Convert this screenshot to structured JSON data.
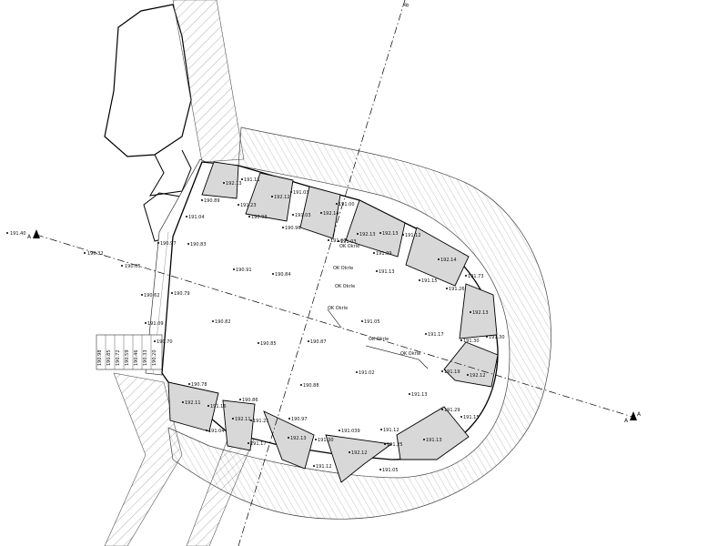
{
  "section_marks": {
    "left": "A",
    "right": "A",
    "right_arrow": "A",
    "top": "B"
  },
  "left_margin_labels": [
    "191.40",
    "190.32",
    "190.05"
  ],
  "elevations": [
    {
      "id": "p1",
      "text": "192.13"
    },
    {
      "id": "p2",
      "text": "191.11"
    },
    {
      "id": "p3",
      "text": "190.89"
    },
    {
      "id": "p4",
      "text": "192.12"
    },
    {
      "id": "p5",
      "text": "191.23"
    },
    {
      "id": "p6",
      "text": "190.93"
    },
    {
      "id": "p7",
      "text": "191.03"
    },
    {
      "id": "p8",
      "text": "190.96"
    },
    {
      "id": "p9",
      "text": "191.03"
    },
    {
      "id": "p10",
      "text": "192.14"
    },
    {
      "id": "p11",
      "text": "191.00"
    },
    {
      "id": "p12",
      "text": "192.13"
    },
    {
      "id": "p13",
      "text": "191.12"
    },
    {
      "id": "p14",
      "text": "191.09"
    },
    {
      "id": "p15",
      "text": "192.14"
    },
    {
      "id": "p16",
      "text": "191.15"
    },
    {
      "id": "p17",
      "text": "191.73"
    },
    {
      "id": "p18",
      "text": "192.13"
    },
    {
      "id": "p19",
      "text": "191.26"
    },
    {
      "id": "p20",
      "text": "191.04"
    },
    {
      "id": "p21",
      "text": "190.97"
    },
    {
      "id": "p22",
      "text": "190.83"
    },
    {
      "id": "p23",
      "text": "190.91"
    },
    {
      "id": "p24",
      "text": "190.84"
    },
    {
      "id": "p25",
      "text": "190.79"
    },
    {
      "id": "p26",
      "text": "190.62"
    },
    {
      "id": "p27",
      "text": "191.09"
    },
    {
      "id": "p28",
      "text": "190.82"
    },
    {
      "id": "p29",
      "text": "190.70"
    },
    {
      "id": "p30",
      "text": "190.85"
    },
    {
      "id": "p31",
      "text": "190.87"
    },
    {
      "id": "p32",
      "text": "191.05"
    },
    {
      "id": "p33",
      "text": "191.13"
    },
    {
      "id": "p34",
      "text": "191.07"
    },
    {
      "id": "p35",
      "text": "191.17"
    },
    {
      "id": "p36",
      "text": "191.30"
    },
    {
      "id": "p37",
      "text": "191.19"
    },
    {
      "id": "p38",
      "text": "192.12"
    },
    {
      "id": "p39",
      "text": "191.02"
    },
    {
      "id": "p40",
      "text": "190.88"
    },
    {
      "id": "p41",
      "text": "191.13"
    },
    {
      "id": "p42",
      "text": "191.29"
    },
    {
      "id": "p43",
      "text": "191.15"
    },
    {
      "id": "p44",
      "text": "190.78"
    },
    {
      "id": "p45",
      "text": "192.11"
    },
    {
      "id": "p46",
      "text": "190.86"
    },
    {
      "id": "p47",
      "text": "191.16"
    },
    {
      "id": "p48",
      "text": "191.04"
    },
    {
      "id": "p49",
      "text": "192.11"
    },
    {
      "id": "p50",
      "text": "191.21"
    },
    {
      "id": "p51",
      "text": "190.97"
    },
    {
      "id": "p52",
      "text": "191.17"
    },
    {
      "id": "p53",
      "text": "192.13"
    },
    {
      "id": "p54",
      "text": "191.039"
    },
    {
      "id": "p55",
      "text": "191.30"
    },
    {
      "id": "p56",
      "text": "191.12"
    },
    {
      "id": "p57",
      "text": "192.12"
    },
    {
      "id": "p58",
      "text": "191.13"
    },
    {
      "id": "p59",
      "text": "191.25"
    },
    {
      "id": "p60",
      "text": "192.13"
    },
    {
      "id": "p61",
      "text": "191.05"
    },
    {
      "id": "p62",
      "text": "191.12"
    },
    {
      "id": "p63",
      "text": "191.30"
    },
    {
      "id": "p64",
      "text": "191.03"
    }
  ],
  "okr_label": "OK Okrle",
  "stair_labels": [
    "190.98",
    "190.85",
    "190.72",
    "190.59",
    "190.46",
    "190.33",
    "190.20"
  ]
}
